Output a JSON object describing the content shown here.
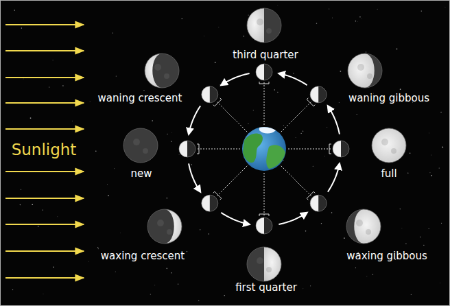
{
  "diagram": {
    "labels": [
      "third quarter",
      "waning crescent",
      "waning gibbous",
      "Sunlight",
      "new",
      "full",
      "waxing crescent",
      "waxing gibbous",
      "first quarter"
    ]
  }
}
